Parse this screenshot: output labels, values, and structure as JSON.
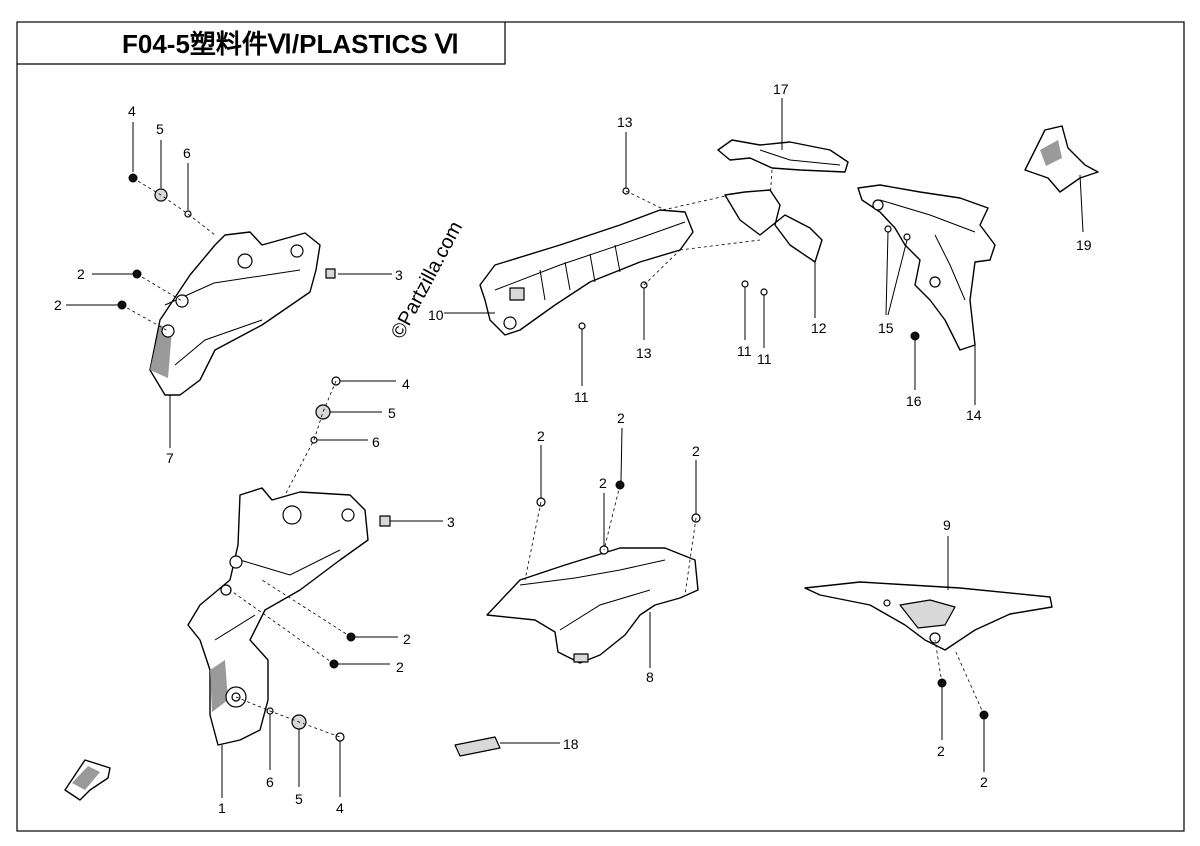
{
  "title": "F04-5塑料件Ⅵ/PLASTICS Ⅵ",
  "watermark": "©Partzilla.com",
  "callouts": [
    "1",
    "2",
    "3",
    "4",
    "5",
    "6",
    "7",
    "8",
    "9",
    "10",
    "11",
    "12",
    "13",
    "14",
    "15",
    "16",
    "17",
    "18",
    "19"
  ],
  "colors": {
    "line": "#000000",
    "background": "#ffffff",
    "shade": "#9a9a9a"
  }
}
